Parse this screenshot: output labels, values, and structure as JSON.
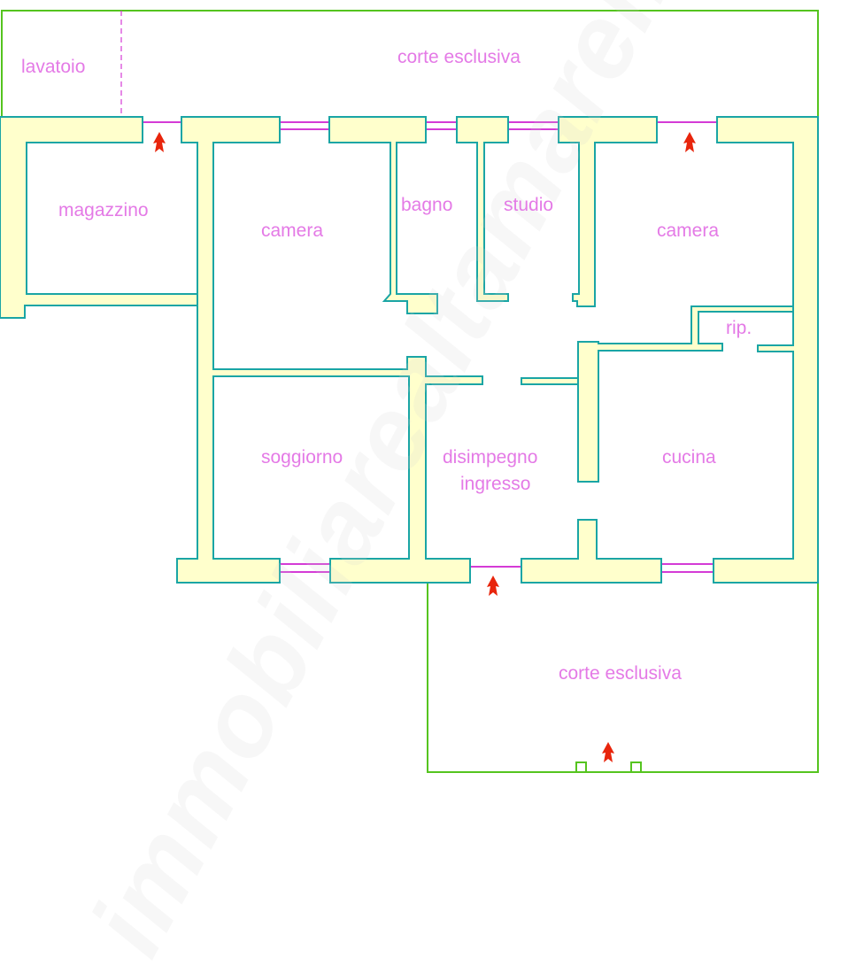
{
  "plan": {
    "rooms": {
      "lavatoio": "lavatoio",
      "corte_top": "corte esclusiva",
      "magazzino": "magazzino",
      "camera_left": "camera",
      "bagno": "bagno",
      "studio": "studio",
      "camera_right": "camera",
      "rip": "rip.",
      "soggiorno": "soggiorno",
      "disimpegno_line1": "disimpegno",
      "disimpegno_line2": "ingresso",
      "cucina": "cucina",
      "corte_bottom": "corte esclusiva"
    },
    "watermark": "immobiliarealtamaremma"
  },
  "colors": {
    "wall_fill": "#ffffcc",
    "wall_stroke": "#1aa5a5",
    "boundary": "#55c41f",
    "window": "#d43bd6",
    "label": "#e47ae6",
    "entry_arrow": "#e8250c"
  }
}
